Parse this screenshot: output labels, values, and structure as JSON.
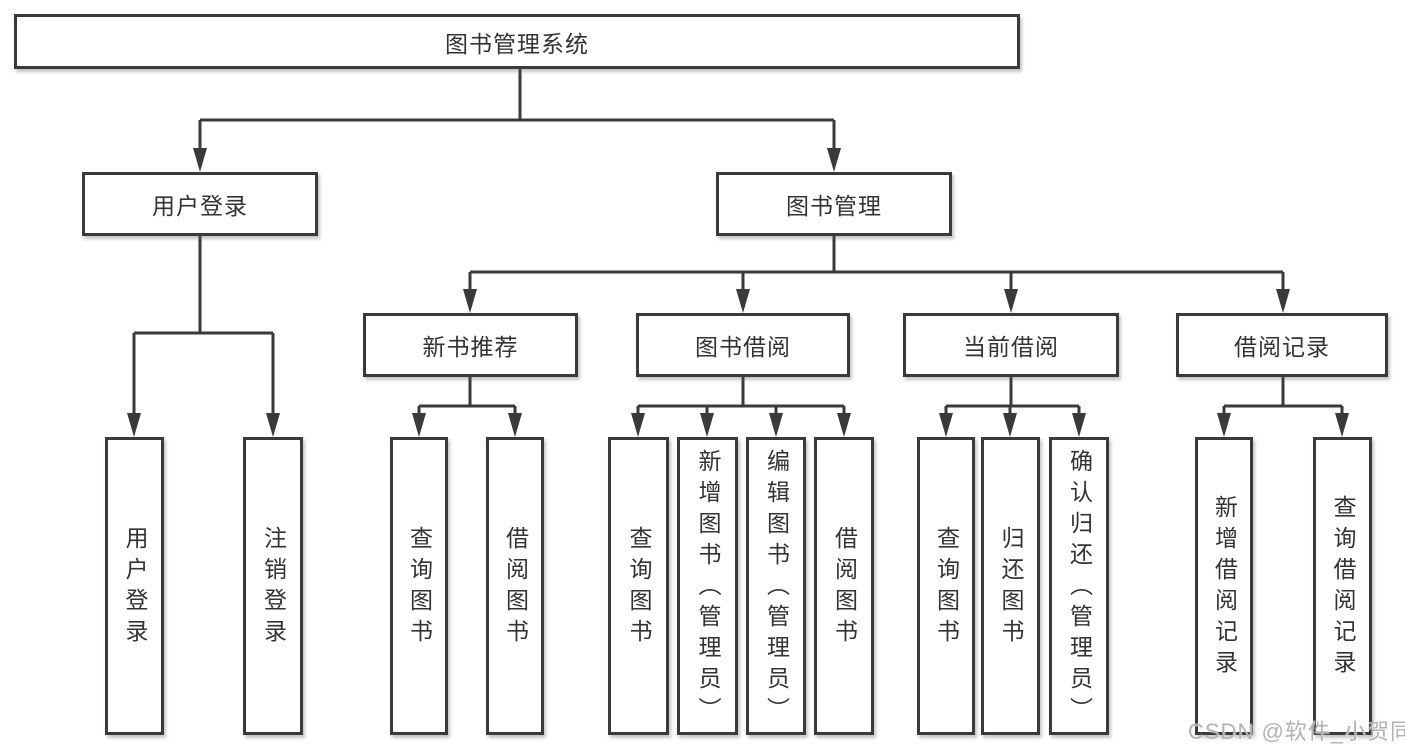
{
  "colors": {
    "line": "#3a3a3a",
    "text": "#333333",
    "watermark": "#b3b3b3"
  },
  "watermark": "CSDN @软件_小贺同学",
  "tree": {
    "root": "图书管理系统",
    "level1": [
      "用户登录",
      "图书管理"
    ],
    "login_children": [
      "用户登录",
      "注销登录"
    ],
    "level2": [
      "新书推荐",
      "图书借阅",
      "当前借阅",
      "借阅记录"
    ],
    "new_book_children": [
      "查询图书",
      "借阅图书"
    ],
    "borrow_children": [
      "查询图书",
      "新增图书（管理员）",
      "编辑图书（管理员）",
      "借阅图书"
    ],
    "current_children": [
      "查询图书",
      "归还图书",
      "确认归还（管理员）"
    ],
    "record_children": [
      "新增借阅记录",
      "查询借阅记录"
    ]
  }
}
